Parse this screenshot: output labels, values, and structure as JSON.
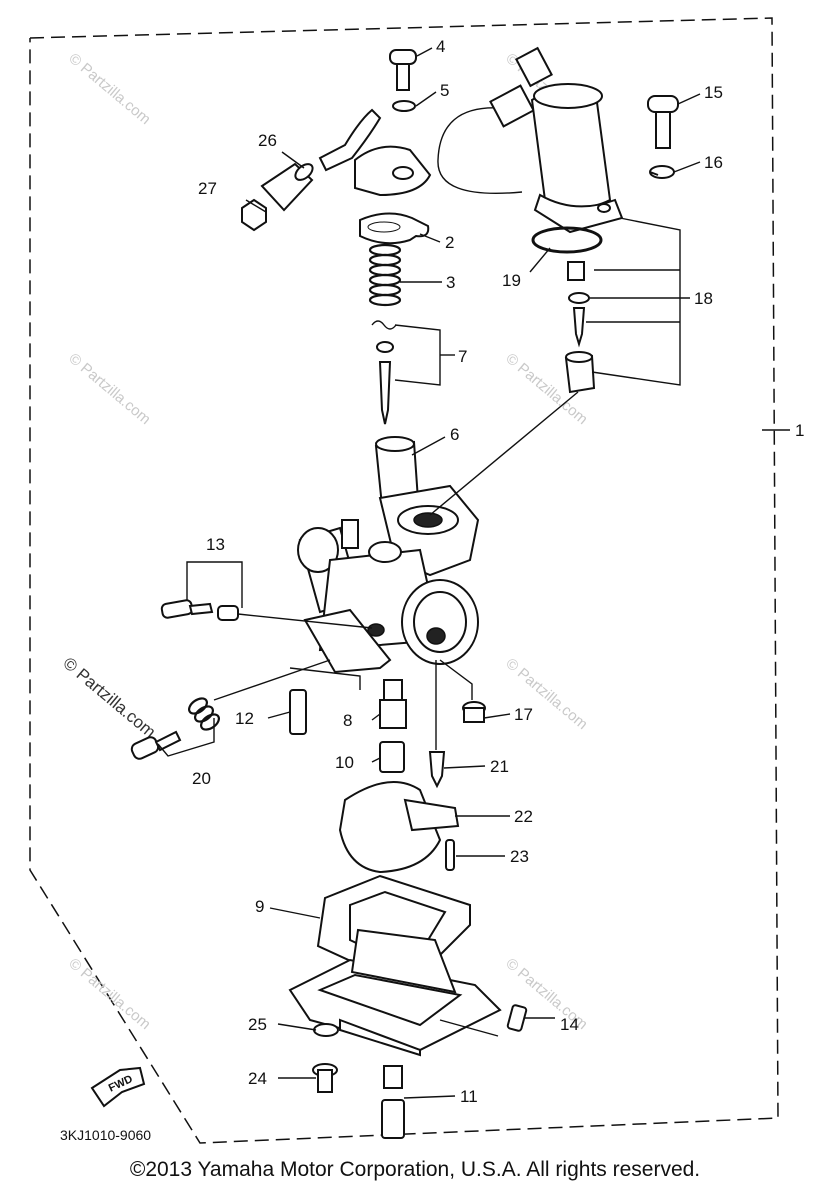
{
  "diagram": {
    "code": "3KJ1010-9060",
    "fwd_label": "FWD",
    "watermark": "© Partzilla.com",
    "part_numbers": {
      "p1": "1",
      "p2": "2",
      "p3": "3",
      "p4": "4",
      "p5": "5",
      "p6": "6",
      "p7": "7",
      "p8": "8",
      "p9": "9",
      "p10": "10",
      "p11": "11",
      "p12": "12",
      "p13": "13",
      "p14": "14",
      "p15": "15",
      "p16": "16",
      "p17": "17",
      "p18": "18",
      "p19": "19",
      "p20": "20",
      "p21": "21",
      "p22": "22",
      "p23": "23",
      "p24": "24",
      "p25": "25",
      "p26": "26",
      "p27": "27"
    }
  },
  "footer": {
    "copyright": "©2013 Yamaha Motor Corporation, U.S.A. All rights reserved."
  }
}
